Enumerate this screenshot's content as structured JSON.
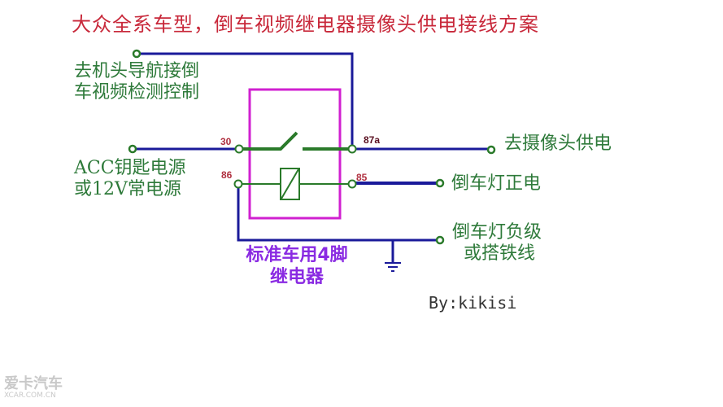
{
  "title": "大众全系车型，倒车视频继电器摄像头供电接线方案",
  "labels": {
    "nav_line1": "去机头导航接倒",
    "nav_line2": "车视频检测控制",
    "acc_line1": "ACC钥匙电源",
    "acc_line2": "或12V常电源",
    "camera_power": "去摄像头供电",
    "reverse_positive": "倒车灯正电",
    "reverse_negative_line1": "倒车灯负级",
    "reverse_negative_line2": "或搭铁线"
  },
  "relay": {
    "name_line1": "标准车用4脚",
    "name_line2": "继电器",
    "pins": {
      "p30": "30",
      "p86": "86",
      "p87a": "87a",
      "p85": "85"
    }
  },
  "author": "By:kikisi",
  "watermark": {
    "line1": "爱卡汽车",
    "line2": "XCAR.COM.CN"
  },
  "colors": {
    "wire": "#1a1a9a",
    "relay_box": "#d020d0",
    "internal": "#2a7a2a",
    "title": "#c8283a",
    "label": "#2e7a3a",
    "relay_name": "#8a2be2"
  }
}
